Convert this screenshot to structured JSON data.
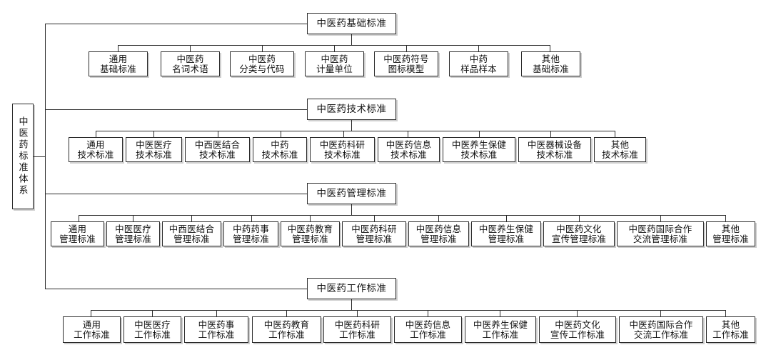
{
  "diagram": {
    "title": "中医药标准体系",
    "type": "hierarchical-tree",
    "root": {
      "label": "中医药标准体系"
    },
    "groups": [
      {
        "id": "basic",
        "head": "中医药基础标准",
        "children": [
          "通用\n基础标准",
          "中医药\n名词术语",
          "中医药\n分类与代码",
          "中医药\n计量单位",
          "中医药符号\n图标模型",
          "中药\n样品样本",
          "其他\n基础标准"
        ]
      },
      {
        "id": "technical",
        "head": "中医药技术标准",
        "children": [
          "通用\n技术标准",
          "中医医疗\n技术标准",
          "中西医结合\n技术标准",
          "中药\n技术标准",
          "中医药科研\n技术标准",
          "中医药信息\n技术标准",
          "中医养生保健\n技术标准",
          "中医器械设备\n技术标准",
          "其他\n技术标准"
        ]
      },
      {
        "id": "management",
        "head": "中医药管理标准",
        "children": [
          "通用\n管理标准",
          "中医医疗\n管理标准",
          "中西医结合\n管理标准",
          "中药药事\n管理标准",
          "中医药教育\n管理标准",
          "中医药科研\n管理标准",
          "中医药信息\n管理标准",
          "中医养生保健\n管理标准",
          "中医药文化\n宣传管理标准",
          "中医药国际合作\n交流管理标准",
          "其他\n管理标准"
        ]
      },
      {
        "id": "work",
        "head": "中医药工作标准",
        "children": [
          "通用\n工作标准",
          "中医医疗\n工作标准",
          "中医药事\n工作标准",
          "中医药教育\n工作标准",
          "中医药科研\n工作标准",
          "中医药信息\n工作标准",
          "中医养生保健\n工作标准",
          "中医药文化\n宣传工作标准",
          "中医药国际合作\n交流工作标准",
          "其他\n工作标准"
        ]
      }
    ],
    "colors": {
      "line": "#2b2b2b",
      "box_border": "#2b2b2b",
      "box_fill": "#ffffff",
      "shadow": "#cfcfcf",
      "text": "#111111",
      "background": "#ffffff"
    }
  }
}
